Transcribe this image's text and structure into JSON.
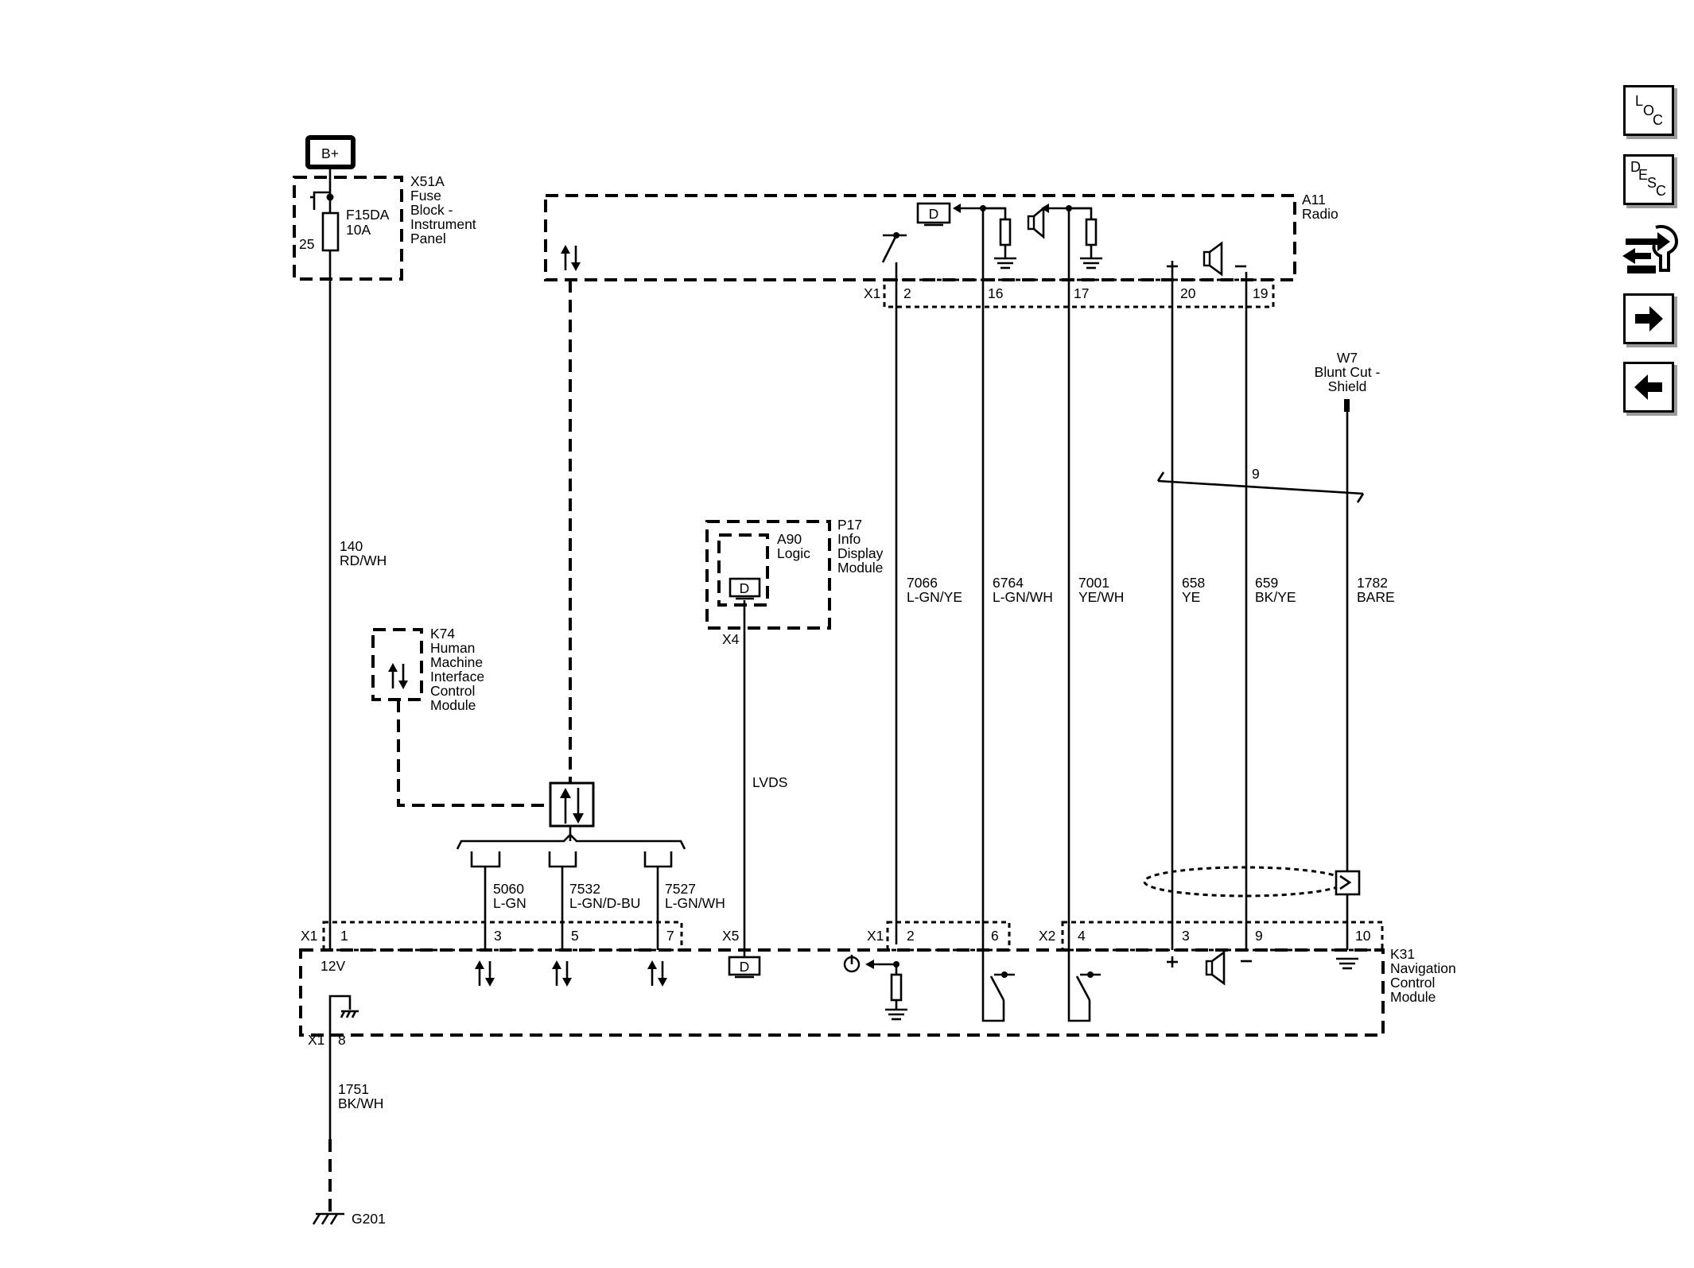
{
  "title": "",
  "power": {
    "label": "B+"
  },
  "fuse_block": {
    "id": "X51A",
    "name": [
      "Fuse",
      "Block -",
      "Instrument",
      "Panel"
    ],
    "fuse": "F15DA",
    "rating": "10A",
    "pin": "25"
  },
  "radio": {
    "id": "A11",
    "name": "Radio",
    "connector": "X1",
    "pins": [
      "2",
      "16",
      "17",
      "20",
      "19"
    ],
    "data_label": "D"
  },
  "k74": {
    "id": "K74",
    "name": [
      "Human",
      "Machine",
      "Interface",
      "Control",
      "Module"
    ]
  },
  "p17": {
    "id": "P17",
    "name": [
      "Info",
      "Display",
      "Module"
    ],
    "sub_id": "A90",
    "sub_name": "Logic",
    "data_label": "D",
    "connector": "X4"
  },
  "shield": {
    "id": "W7",
    "name": [
      "Blunt Cut -",
      "Shield"
    ],
    "count": "9"
  },
  "wires": [
    {
      "circuit": "140",
      "color": "RD/WH"
    },
    {
      "circuit": "7066",
      "color": "L-GN/YE"
    },
    {
      "circuit": "6764",
      "color": "L-GN/WH"
    },
    {
      "circuit": "7001",
      "color": "YE/WH"
    },
    {
      "circuit": "658",
      "color": "YE"
    },
    {
      "circuit": "659",
      "color": "BK/YE"
    },
    {
      "circuit": "1782",
      "color": "BARE"
    },
    {
      "circuit": "5060",
      "color": "L-GN"
    },
    {
      "circuit": "7532",
      "color": "L-GN/D-BU"
    },
    {
      "circuit": "7527",
      "color": "L-GN/WH"
    },
    {
      "circuit": "1751",
      "color": "BK/WH"
    }
  ],
  "lvds": "LVDS",
  "k31": {
    "id": "K31",
    "name": [
      "Navigation",
      "Control",
      "Module"
    ],
    "x1a": {
      "connector": "X1",
      "pins": [
        "1",
        "3",
        "5",
        "7"
      ]
    },
    "x5": {
      "connector": "X5",
      "data_label": "D"
    },
    "x1b": {
      "connector": "X1",
      "pins": [
        "2",
        "6"
      ]
    },
    "x2": {
      "connector": "X2",
      "pins": [
        "4",
        "3",
        "9",
        "10"
      ]
    },
    "voltage": "12V",
    "ground_connector": "X1",
    "ground_pin": "8"
  },
  "ground": {
    "id": "G201"
  },
  "side_nav": {
    "loc": [
      "L",
      "O",
      "C"
    ],
    "desc": [
      "D",
      "E",
      "S",
      "C"
    ]
  }
}
